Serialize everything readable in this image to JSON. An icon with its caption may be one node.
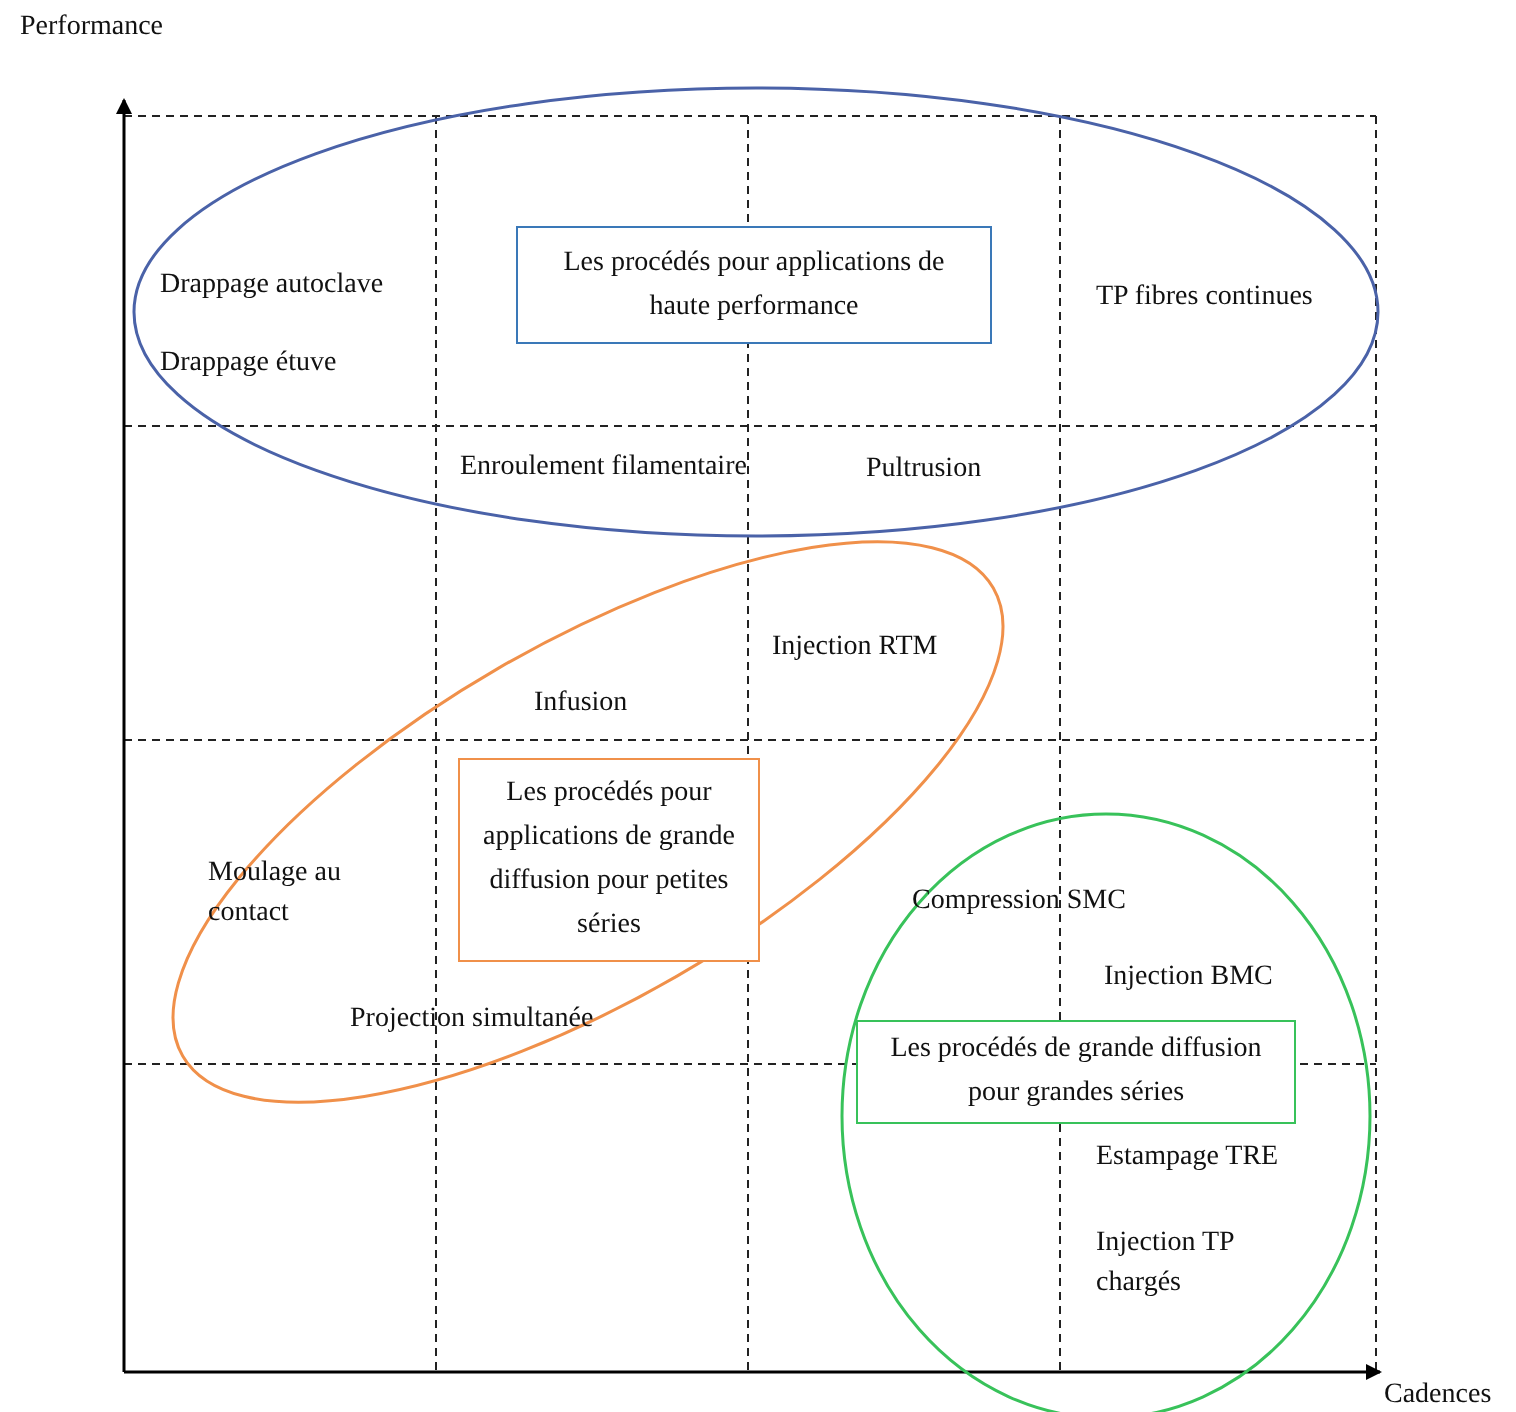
{
  "diagram": {
    "nodes": [
      {
        "text": [],
        "shape": "ellipse"
      },
      {
        "text": [
          "Les procédés pour applications de haute performance"
        ],
        "in": 0
      },
      {
        "text": [],
        "shape": "ellipse"
      },
      {
        "text": [
          "Les procédés pour applications de grande diffusion pour petites séries"
        ],
        "in": 2
      },
      {
        "text": [],
        "shape": "ellipse"
      },
      {
        "text": [
          "Les procédés de grande diffusion pour grandes séries"
        ],
        "in": 4
      }
    ],
    "labels": [
      "Performance",
      "Drappage autoclave",
      "TP fibres continues",
      "Drappage étuve",
      "Enroulement filamentaire",
      "Pultrusion",
      "Injection RTM",
      "Infusion",
      "Moulage au contact",
      "Compression SMC",
      "Injection BMC",
      "Projection simultanée",
      "Estampage TRE",
      "Injection TP chargés",
      "Cadences"
    ]
  }
}
